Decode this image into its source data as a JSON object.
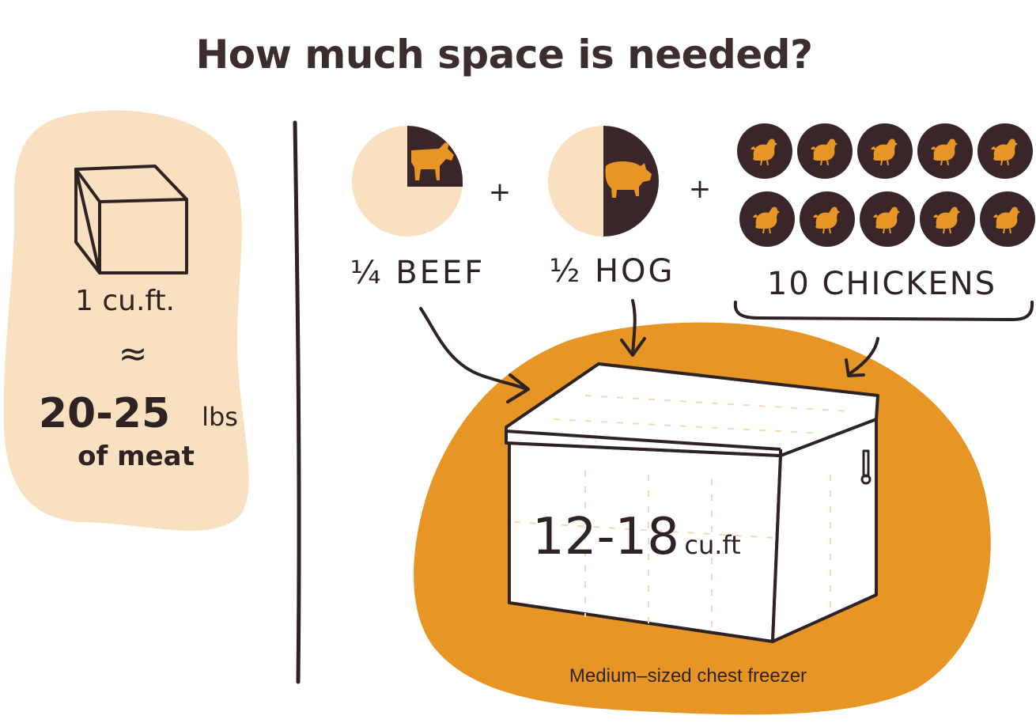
{
  "title": "How much space is needed?",
  "left_panel": {
    "volume": "1 cu.ft.",
    "approx_symbol": "≈",
    "weight_value": "20-25",
    "weight_unit": "lbs",
    "weight_suffix": "of meat"
  },
  "plus_symbol": "+",
  "items": [
    {
      "label": "¼ BEEF",
      "icon": "cow-icon",
      "fraction": 0.25
    },
    {
      "label": "½ HOG",
      "icon": "pig-icon",
      "fraction": 0.5
    },
    {
      "label": "10 CHICKENS",
      "icon": "chicken-icon",
      "count": 10
    }
  ],
  "freezer": {
    "capacity_value": "12-18",
    "capacity_unit": "cu.ft",
    "caption": "Medium–sized chest freezer"
  },
  "colors": {
    "beige": "#f9e0c0",
    "orange": "#e79625",
    "dark_brown": "#3a2628",
    "line": "#2e2222"
  }
}
